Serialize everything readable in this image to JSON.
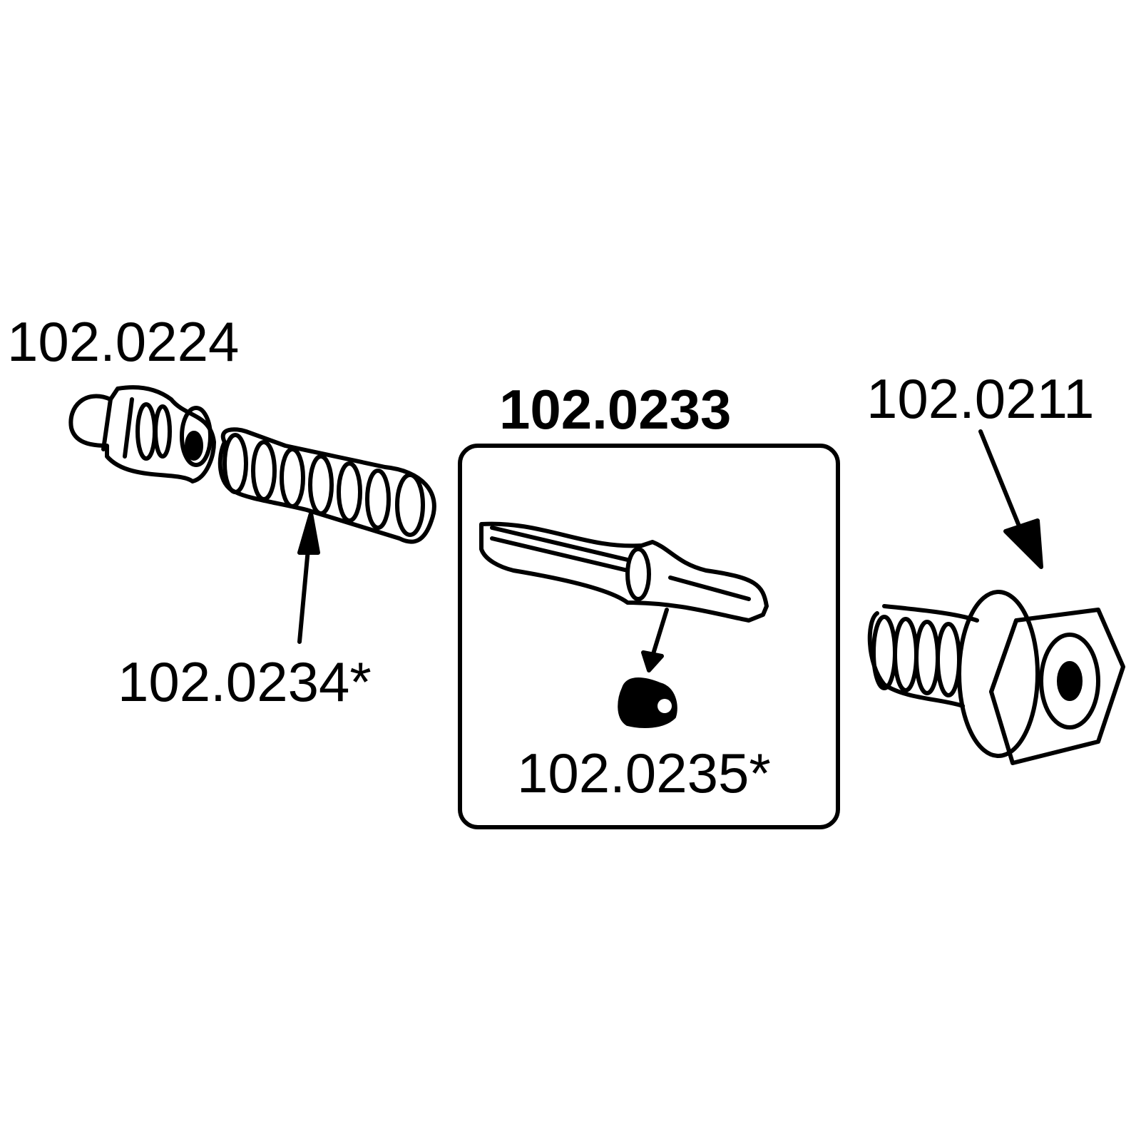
{
  "labels": {
    "part_a": "102.0224",
    "part_b": "102.0234*",
    "main": "102.0233",
    "part_c": "102.0235*",
    "part_d": "102.0211"
  }
}
